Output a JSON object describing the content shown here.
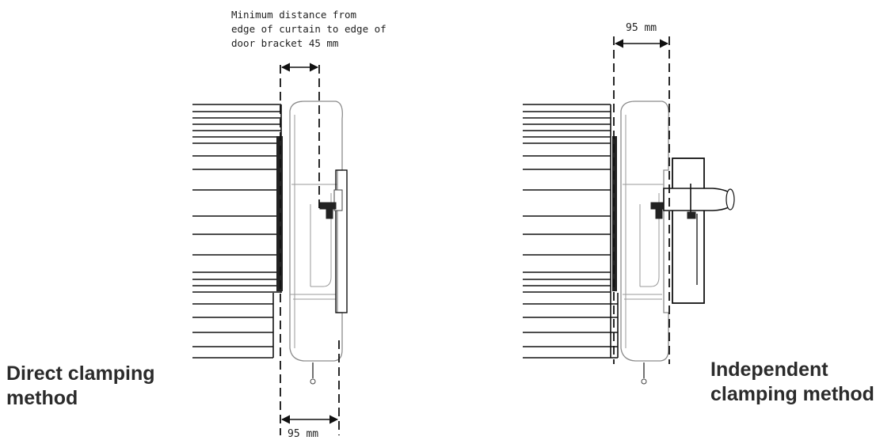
{
  "note_lines": [
    "Minimum distance from",
    "edge of curtain to edge of",
    "door bracket 45 mm"
  ],
  "dimension_labels": {
    "left_bottom": "95 mm",
    "right_top": "95 mm"
  },
  "methods": {
    "left": [
      "Direct clamping",
      "method"
    ],
    "right": [
      "Independent",
      "clamping method"
    ]
  }
}
